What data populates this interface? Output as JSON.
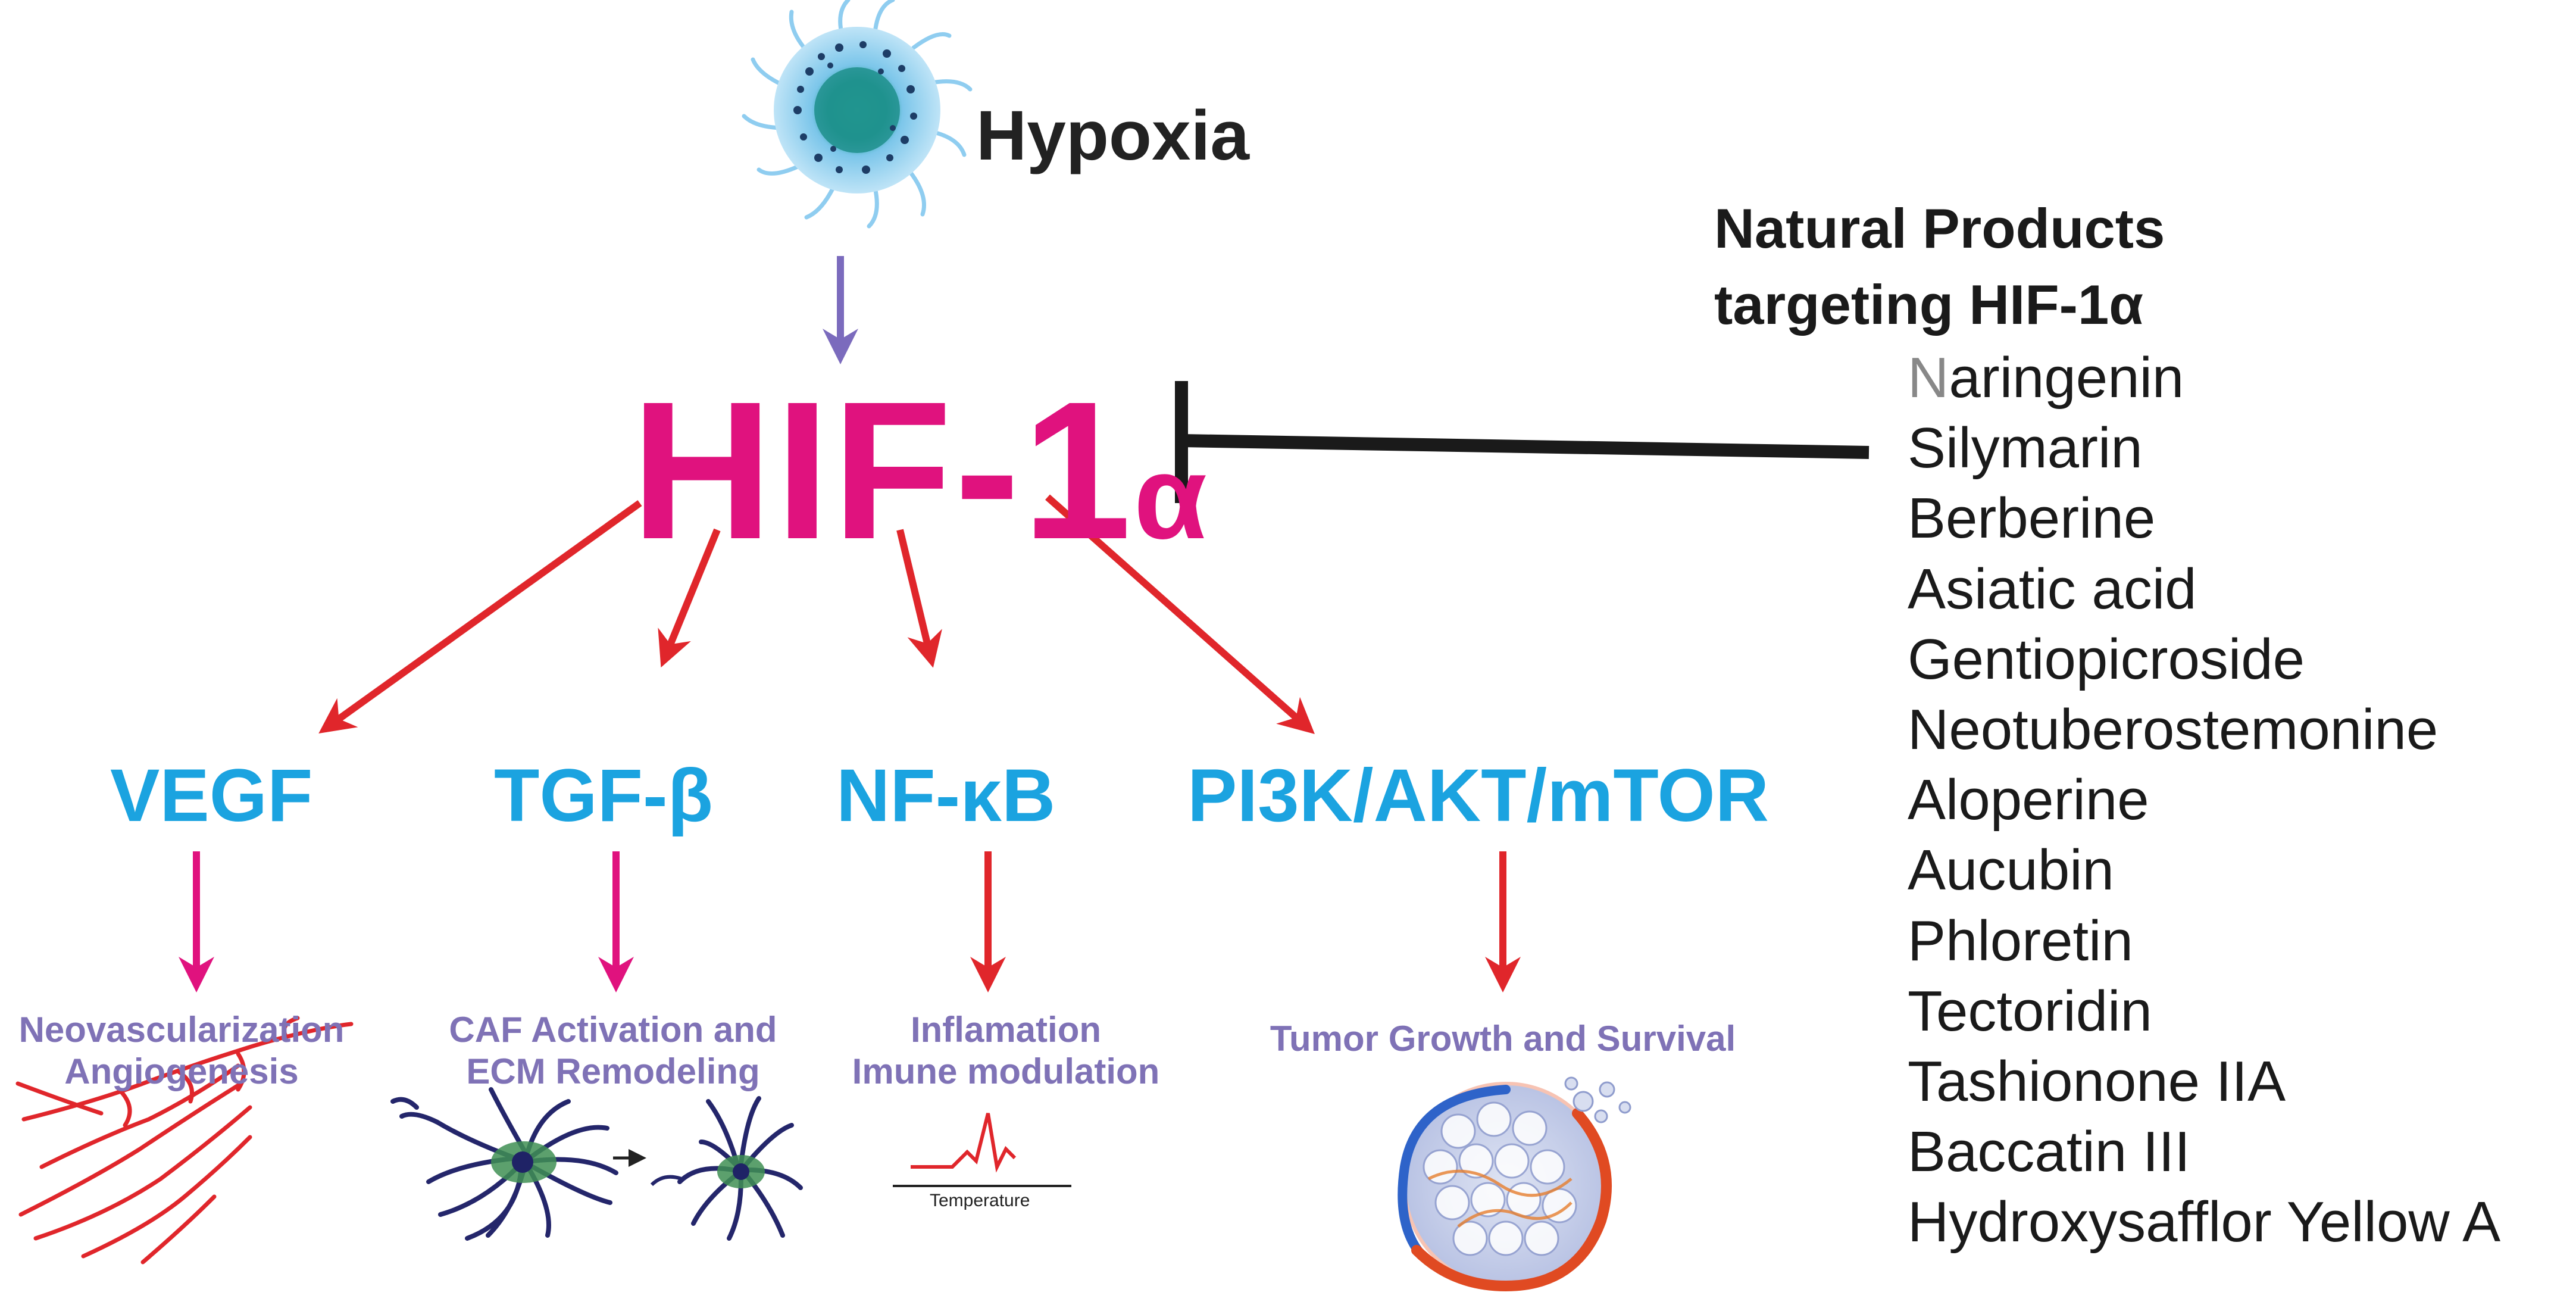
{
  "title": "",
  "hypoxia": {
    "label": "Hypoxia"
  },
  "hif": {
    "main": "HIF-1",
    "greek": "α"
  },
  "pathways": [
    {
      "label": "VEGF",
      "effect_lines": [
        "Neovascularization",
        "Angiogenesis"
      ]
    },
    {
      "label": "TGF-β",
      "effect_lines": [
        "CAF Activation and",
        "ECM Remodeling"
      ]
    },
    {
      "label": "NF-κB",
      "effect_lines": [
        "Inflamation",
        "Imune modulation"
      ]
    },
    {
      "label": "PI3K/AKT/mTOR",
      "effect_lines": [
        "Tumor Growth and Survival"
      ]
    }
  ],
  "temperature_label": "Temperature",
  "natural_products": {
    "title_lines": [
      "Natural Products",
      "targeting HIF-1α"
    ],
    "first_initial": "N",
    "first_rest": "aringenin",
    "items": [
      "Silymarin",
      "Berberine",
      "Asiatic acid",
      "Gentiopicroside",
      "Neotuberostemonine",
      "Aloperine",
      "Aucubin",
      "Phloretin",
      "Tectoridin",
      "Tashionone IIA",
      "Baccatin III",
      "Hydroxysafflor Yellow A"
    ]
  },
  "colors": {
    "hif": "#e0127e",
    "pathway": "#1ba3e0",
    "effect": "#7f72b6",
    "red_arrow": "#e0262b",
    "magenta_arrow": "#e0127e",
    "purple_arrow": "#7b6bbd",
    "inhibitor": "#1a1a1a"
  }
}
